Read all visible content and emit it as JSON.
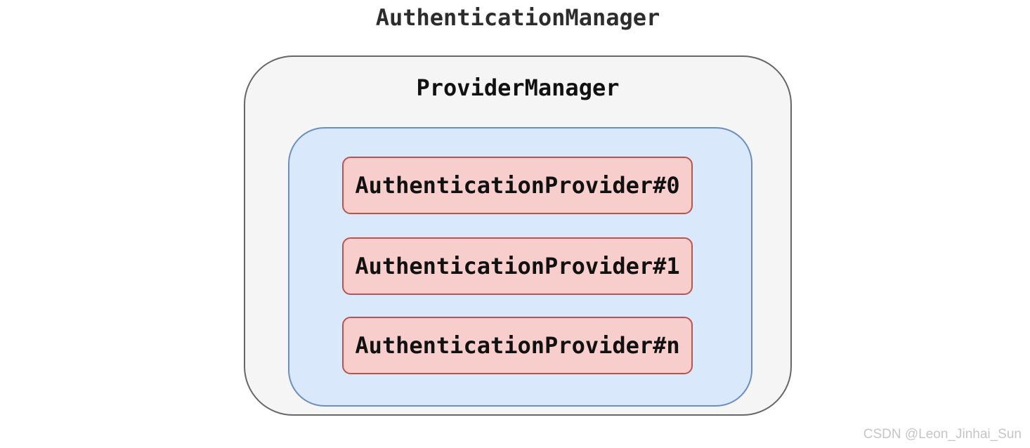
{
  "diagram": {
    "title": "AuthenticationManager",
    "container": {
      "label": "ProviderManager",
      "providers": [
        {
          "label": "AuthenticationProvider#0"
        },
        {
          "label": "AuthenticationProvider#1"
        },
        {
          "label": "AuthenticationProvider#n"
        }
      ]
    }
  },
  "watermark": "CSDN @Leon_Jinhai_Sun",
  "colors": {
    "page_bg": "#ffffff",
    "outer_fill": "#f5f5f5",
    "outer_border": "#666666",
    "inner_fill": "#dae8fc",
    "inner_border": "#6c8ebf",
    "provider_fill": "#f8cecc",
    "provider_border": "#b85450",
    "title_text": "#2d2d2d",
    "label_text": "#111111",
    "watermark_text": "#c5c5c5"
  }
}
